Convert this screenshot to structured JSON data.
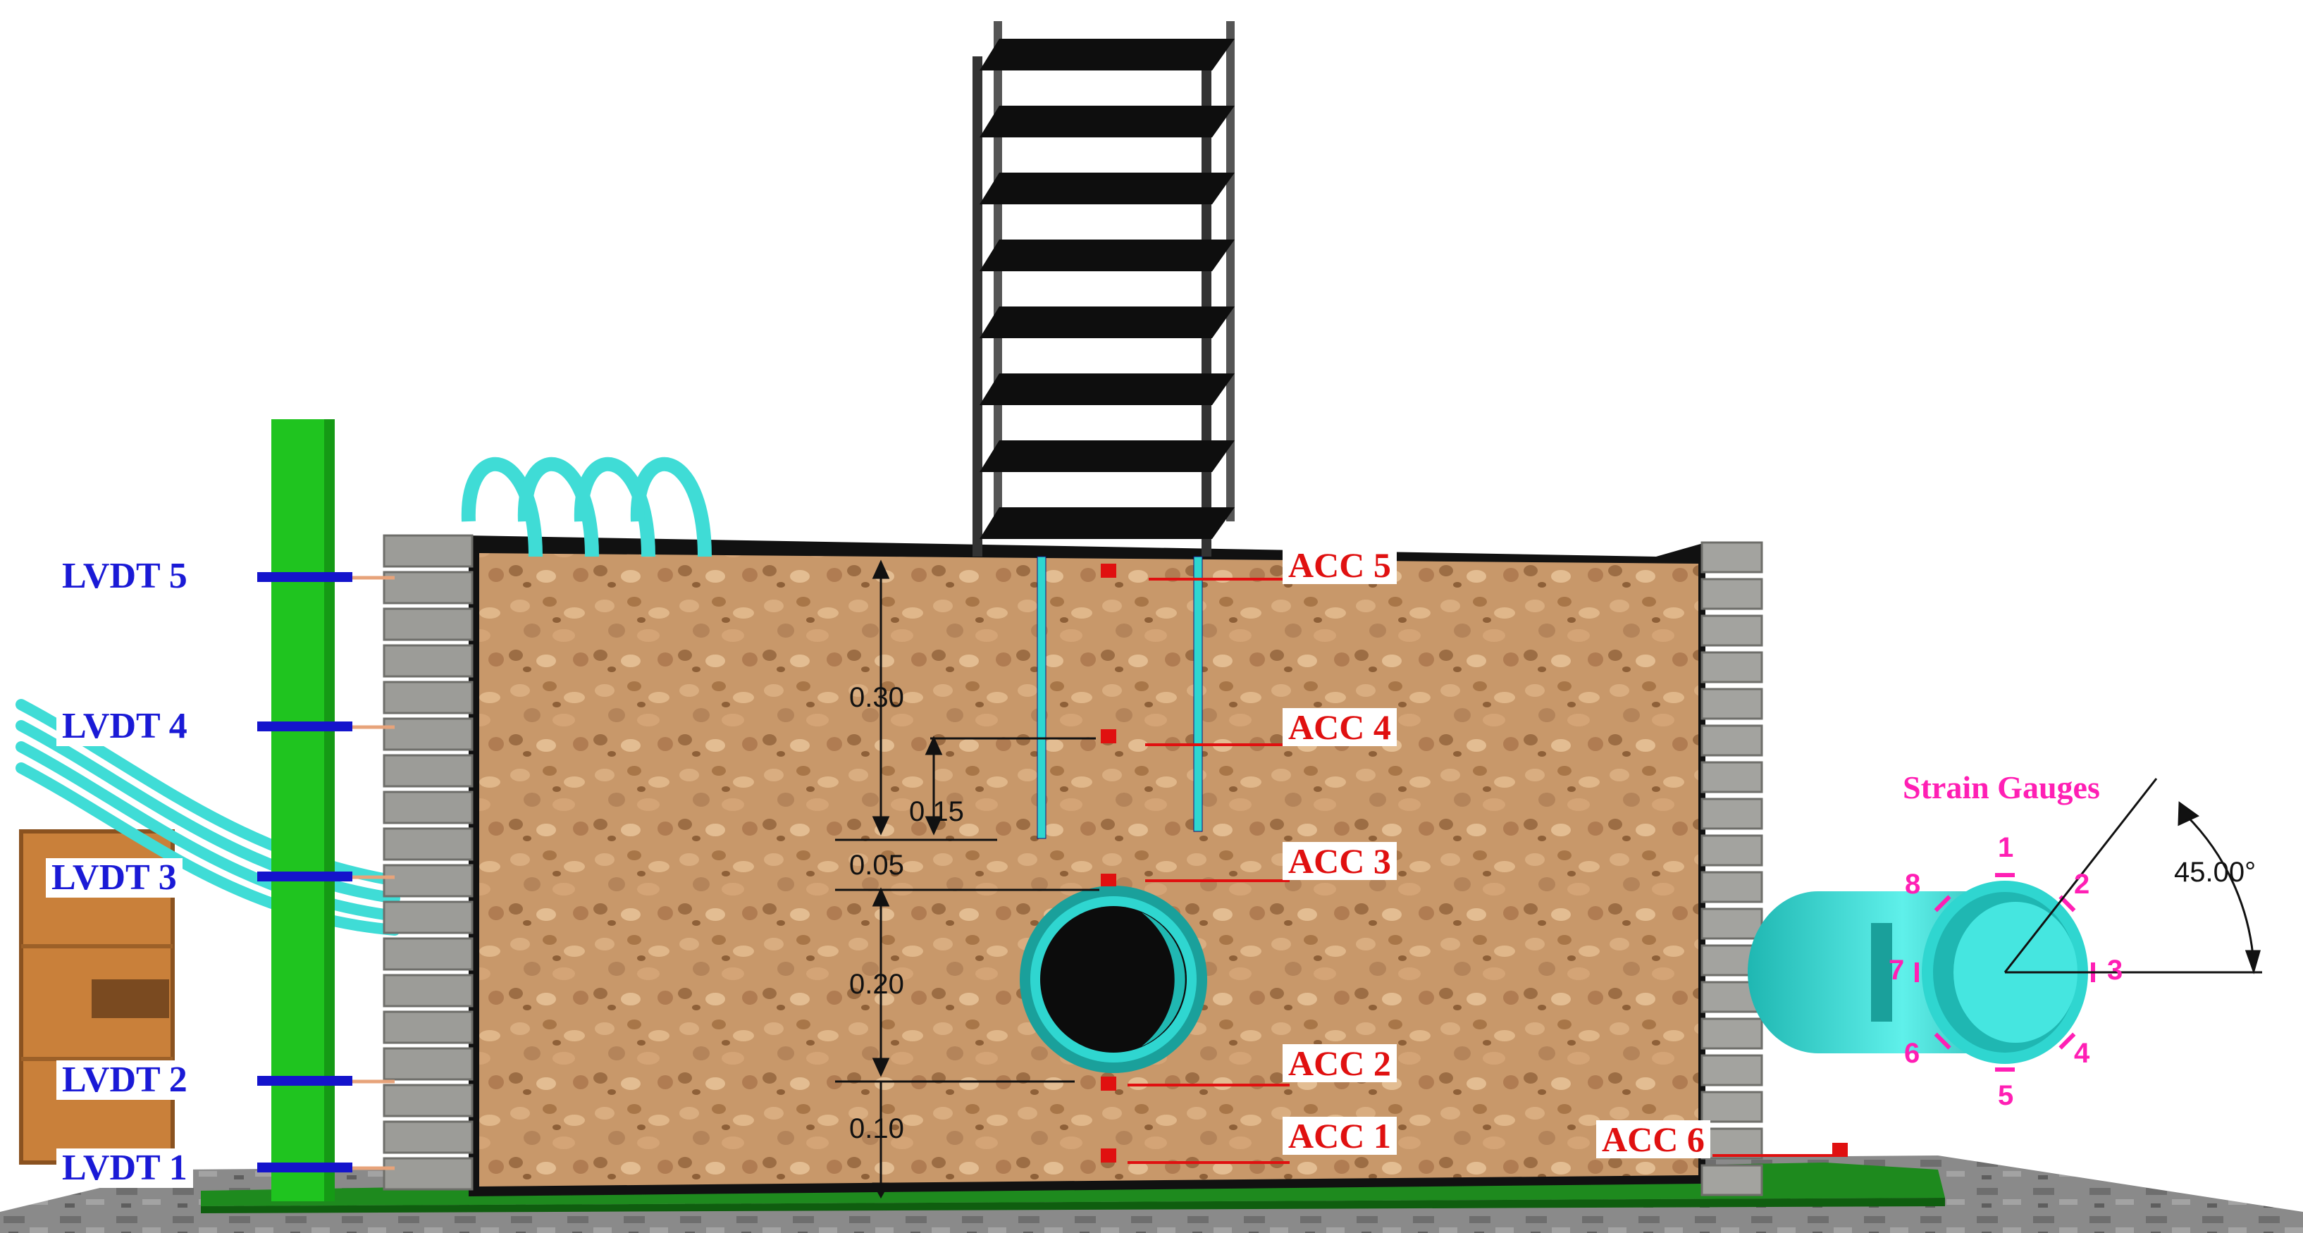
{
  "lvdt_labels": [
    "LVDT 5",
    "LVDT 4",
    "LVDT 3",
    "LVDT 2",
    "LVDT 1"
  ],
  "acc_labels": [
    "ACC 5",
    "ACC 4",
    "ACC 3",
    "ACC 2",
    "ACC 1",
    "ACC 6"
  ],
  "dimensions": {
    "d030": "0.30",
    "d015": "0.15",
    "d005": "0.05",
    "d020": "0.20",
    "d010": "0.10"
  },
  "strain_gauges": {
    "title": "Strain Gauges",
    "numbers": [
      "1",
      "2",
      "3",
      "4",
      "5",
      "6",
      "7",
      "8"
    ],
    "angle": "45.00°"
  },
  "colors": {
    "soil": "#c99a6a",
    "pipe": "#2fd6d0",
    "lvdt_text": "#1a1ad6",
    "acc_text": "#e01010",
    "sensor": "#e01010",
    "frame": "#1fc41f",
    "gauge": "#ff1fb4"
  }
}
